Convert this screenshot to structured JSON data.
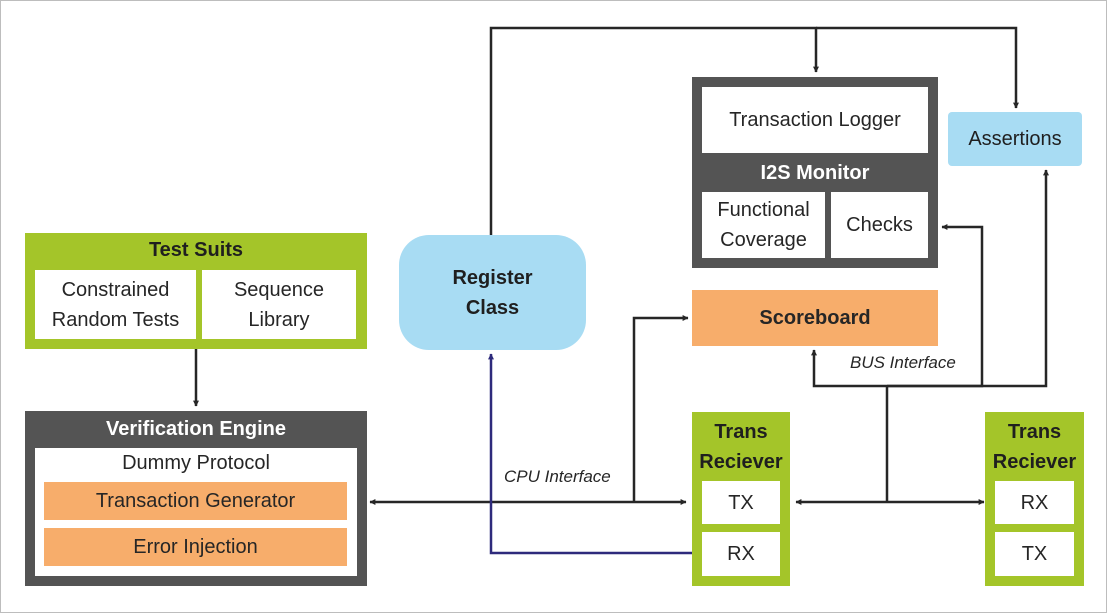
{
  "colors": {
    "green": "#a4c529",
    "dark_gray": "#545454",
    "orange": "#f7ad6b",
    "light_blue": "#a8dcf3",
    "navy_line": "#2e2a7c"
  },
  "test_suits": {
    "title": "Test Suits",
    "constrained_random_tests": [
      "Constrained",
      "Random Tests"
    ],
    "sequence_library": [
      "Sequence",
      "Library"
    ]
  },
  "verification_engine": {
    "title": "Verification Engine",
    "dummy_protocol": "Dummy Protocol",
    "transaction_generator": "Transaction Generator",
    "error_injection": "Error Injection"
  },
  "register_class": [
    "Register",
    "Class"
  ],
  "i2s_monitor": {
    "title": "I2S Monitor",
    "transaction_logger": "Transaction Logger",
    "functional_coverage": [
      "Functional",
      "Coverage"
    ],
    "checks": "Checks"
  },
  "assertions": "Assertions",
  "scoreboard": "Scoreboard",
  "bus_interface": "BUS Interface",
  "cpu_interface": "CPU Interface",
  "trans_receiver_left": {
    "title": [
      "Trans",
      "Reciever"
    ],
    "port1": "TX",
    "port2": "RX"
  },
  "trans_receiver_right": {
    "title": [
      "Trans",
      "Reciever"
    ],
    "port1": "RX",
    "port2": "TX"
  }
}
